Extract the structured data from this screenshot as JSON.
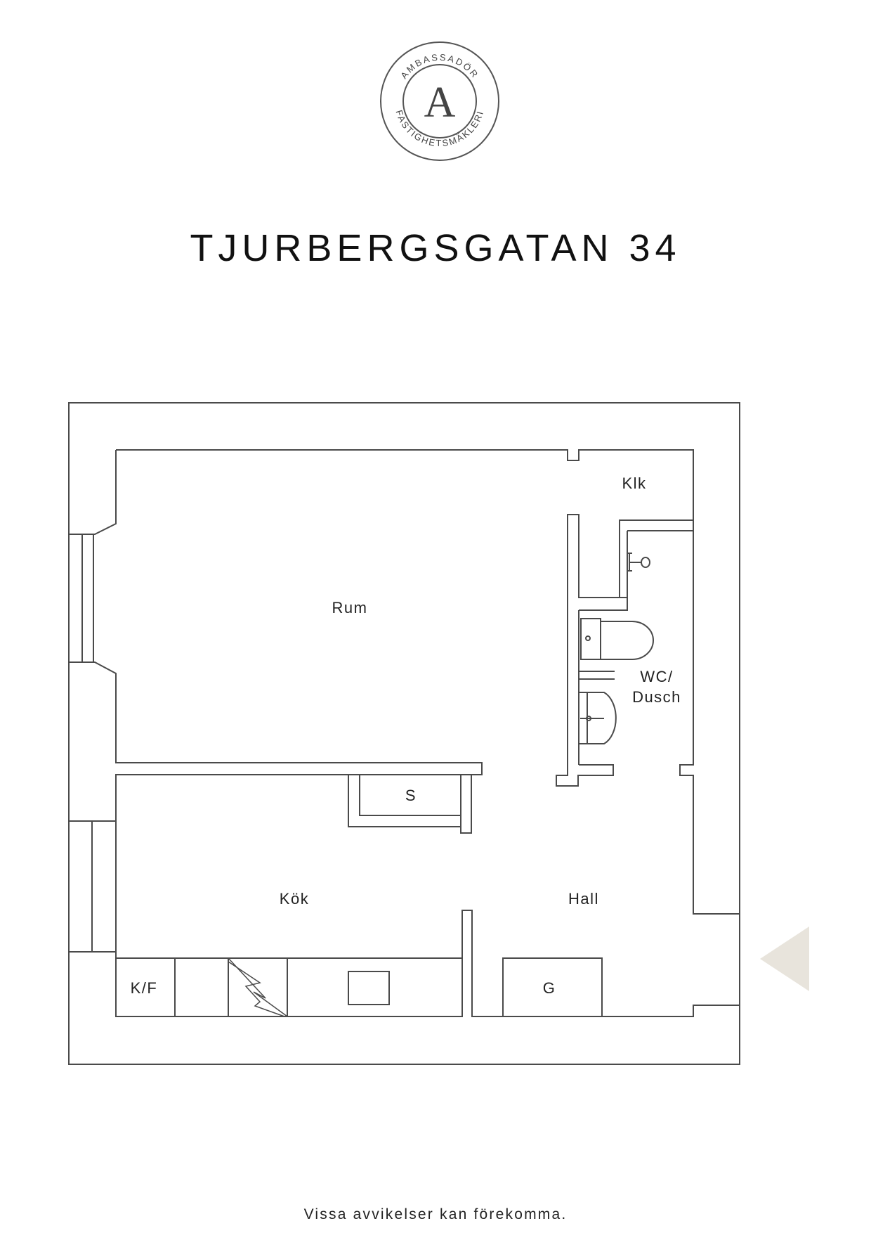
{
  "logo": {
    "top_text": "AMBASSADÖR",
    "bottom_text": "FASTIGHETSMÄKLERI",
    "monogram": "A"
  },
  "title": "TJURBERGSGATAN 34",
  "rooms": {
    "klk": "Klk",
    "rum": "Rum",
    "wc_line1": "WC/",
    "wc_line2": "Dusch",
    "s": "S",
    "kok": "Kök",
    "hall": "Hall",
    "kf": "K/F",
    "g": "G"
  },
  "footer": "Vissa avvikelser kan förekomma.",
  "colors": {
    "line": "#4a4a4a",
    "entrance_marker": "#e8e4dc"
  }
}
